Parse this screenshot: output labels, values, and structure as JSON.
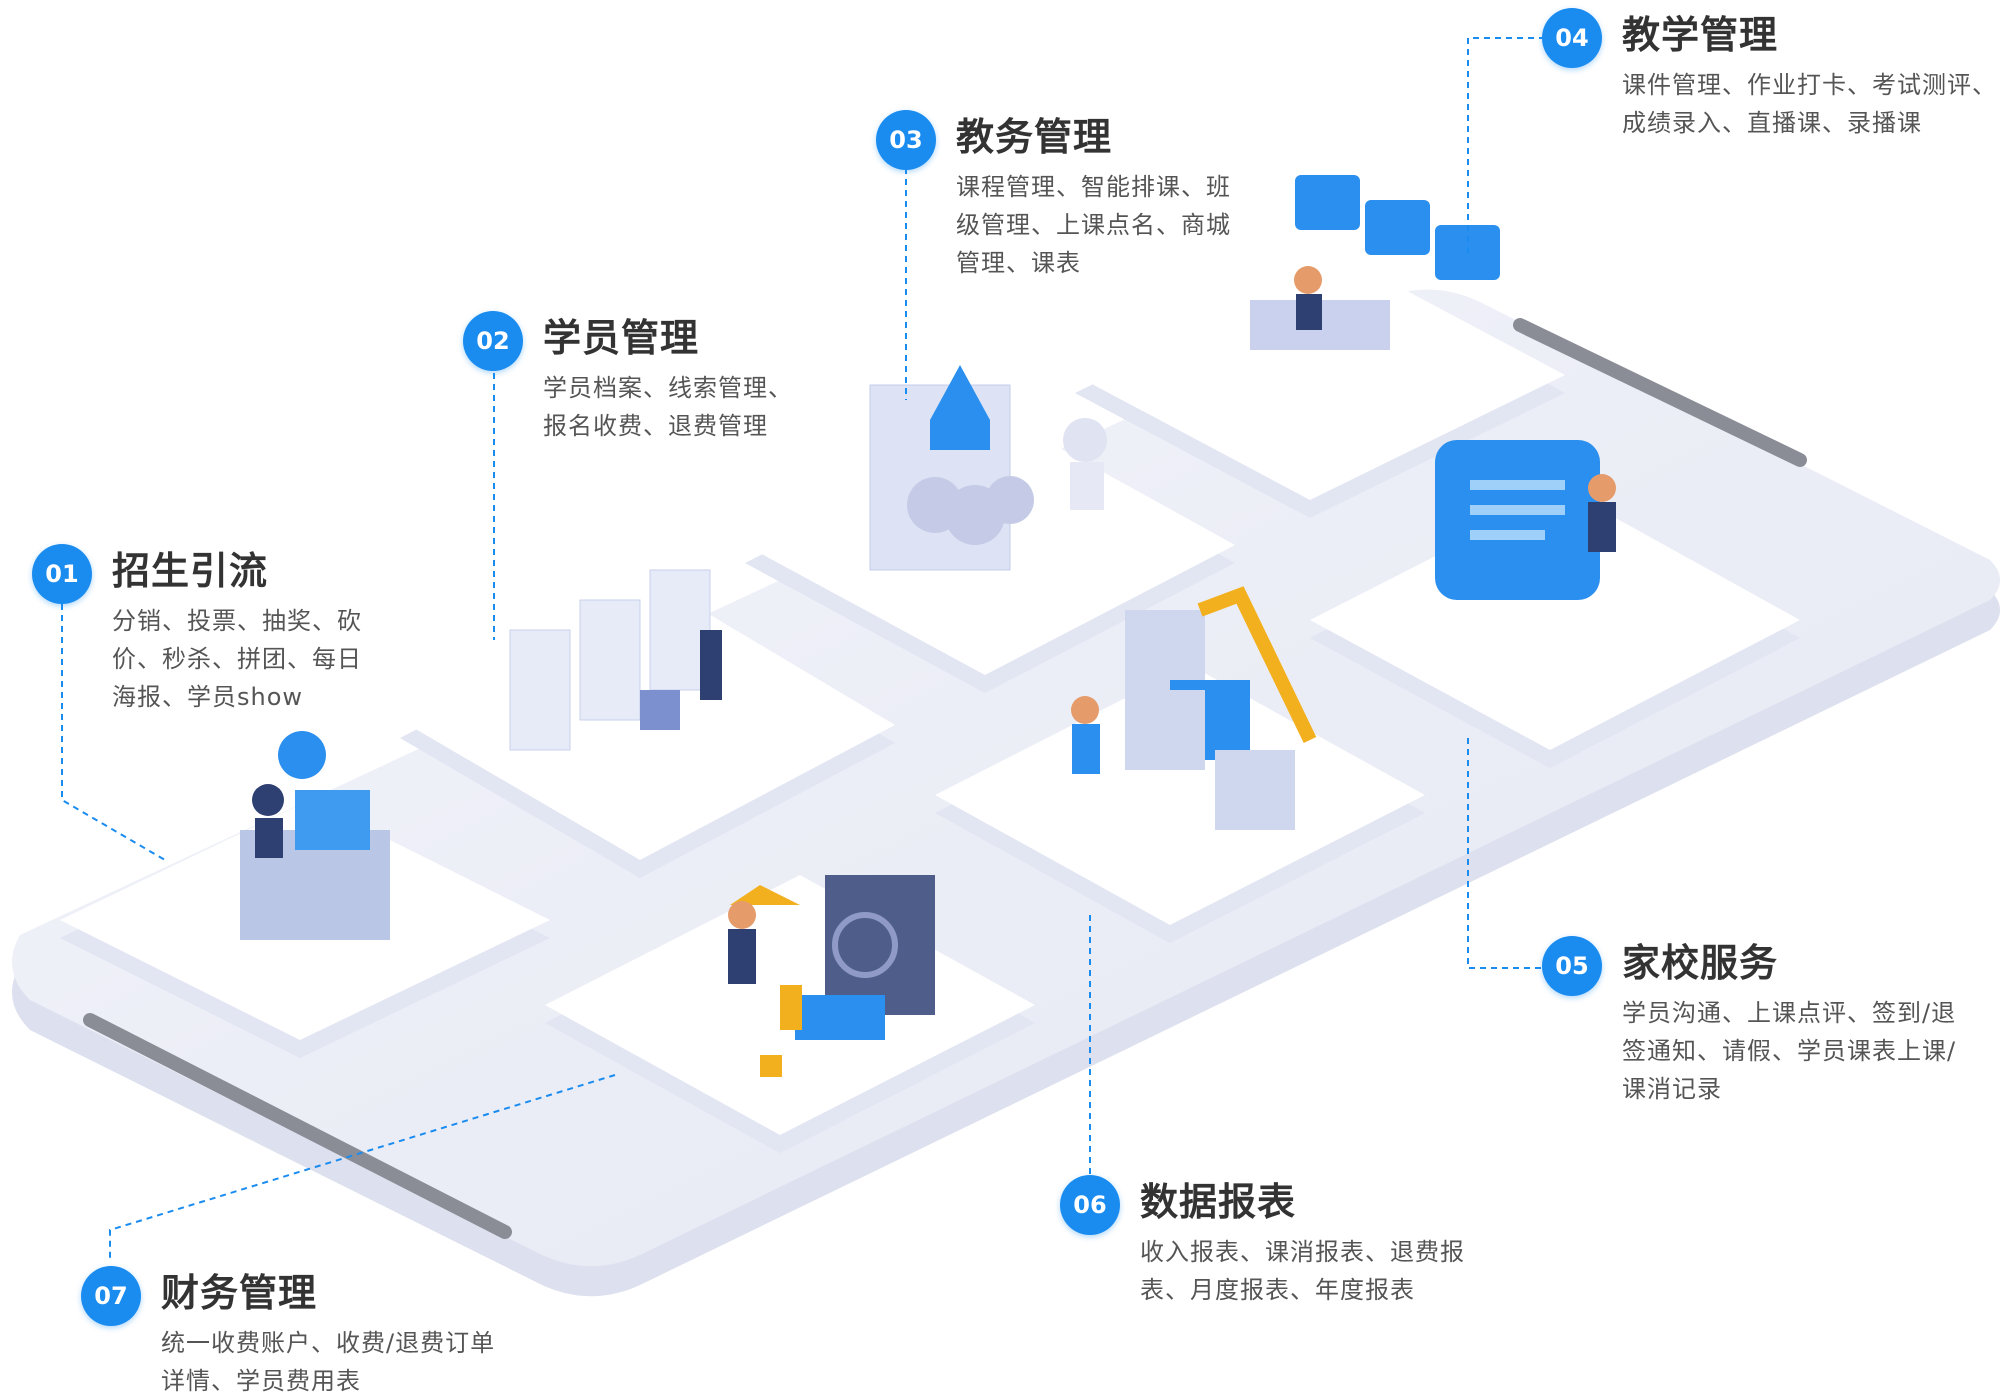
{
  "modules": {
    "m01": {
      "num": "01",
      "title": "招生引流",
      "desc": [
        "分销、投票、抽奖、砍",
        "价、秒杀、拼团、每日",
        "海报、学员show"
      ]
    },
    "m02": {
      "num": "02",
      "title": "学员管理",
      "desc": [
        "学员档案、线索管理、",
        "报名收费、退费管理"
      ]
    },
    "m03": {
      "num": "03",
      "title": "教务管理",
      "desc": [
        "课程管理、智能排课、班",
        "级管理、上课点名、商城",
        "管理、课表"
      ]
    },
    "m04": {
      "num": "04",
      "title": "教学管理",
      "desc": [
        "课件管理、作业打卡、考试测评、",
        "成绩录入、直播课、录播课"
      ]
    },
    "m05": {
      "num": "05",
      "title": "家校服务",
      "desc": [
        "学员沟通、上课点评、签到/退",
        "签通知、请假、学员课表上课/",
        "课消记录"
      ]
    },
    "m06": {
      "num": "06",
      "title": "数据报表",
      "desc": [
        "收入报表、课消报表、退费报",
        "表、月度报表、年度报表"
      ]
    },
    "m07": {
      "num": "07",
      "title": "财务管理",
      "desc": [
        "统一收费账户、收费/退费订单",
        "详情、学员费用表"
      ]
    }
  },
  "colors": {
    "accent": "#1a8cf0",
    "title": "#333333",
    "text": "#555555",
    "platform": "#eef0fa"
  }
}
